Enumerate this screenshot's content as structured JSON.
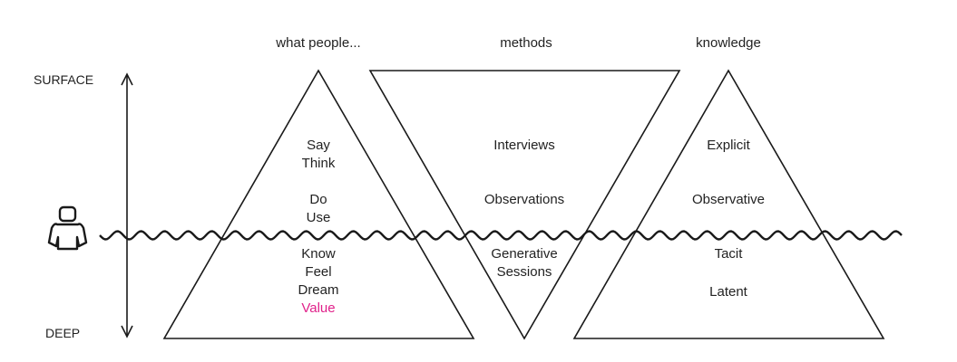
{
  "headers": {
    "what_people": "what people...",
    "methods": "methods",
    "knowledge": "knowledge"
  },
  "axis": {
    "top_label": "SURFACE",
    "bottom_label": "DEEP"
  },
  "what_people_items": {
    "say": "Say",
    "think": "Think",
    "do": "Do",
    "use": "Use",
    "know": "Know",
    "feel": "Feel",
    "dream": "Dream",
    "value": "Value"
  },
  "methods_items": {
    "interviews": "Interviews",
    "observations": "Observations",
    "generative_line1": "Generative",
    "generative_line2": "Sessions"
  },
  "knowledge_items": {
    "explicit": "Explicit",
    "observative": "Observative",
    "tacit": "Tacit",
    "latent": "Latent"
  },
  "colors": {
    "stroke": "#1a1a1a",
    "text": "#222222",
    "highlight": "#e0218a"
  },
  "icons": {
    "person": "person-icon"
  }
}
